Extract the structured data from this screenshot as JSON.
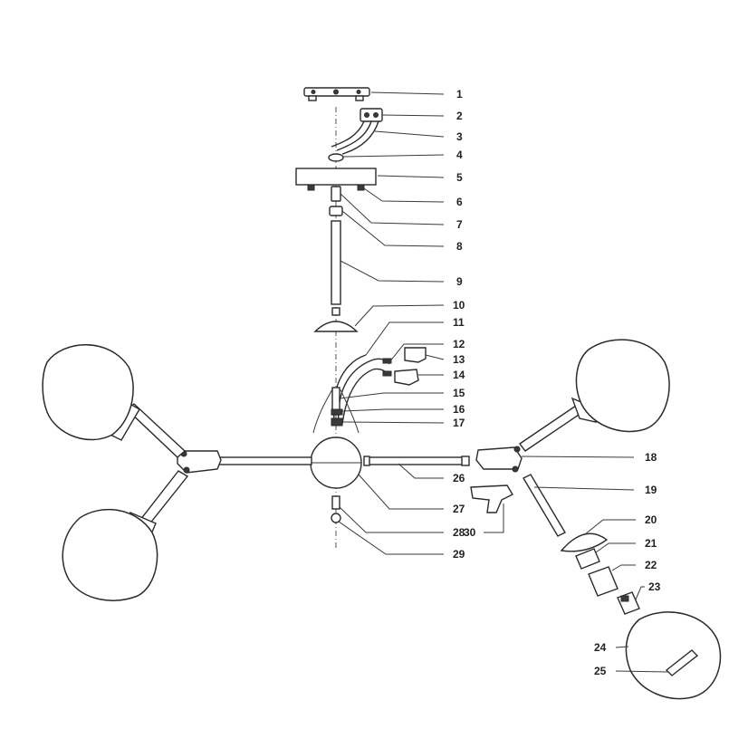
{
  "diagram": {
    "type": "exploded-parts-diagram",
    "labels": [
      {
        "id": "1",
        "text": "1"
      },
      {
        "id": "2",
        "text": "2"
      },
      {
        "id": "3",
        "text": "3"
      },
      {
        "id": "4",
        "text": "4"
      },
      {
        "id": "5",
        "text": "5"
      },
      {
        "id": "6",
        "text": "6"
      },
      {
        "id": "7",
        "text": "7"
      },
      {
        "id": "8",
        "text": "8"
      },
      {
        "id": "9",
        "text": "9"
      },
      {
        "id": "10",
        "text": "10"
      },
      {
        "id": "11",
        "text": "11"
      },
      {
        "id": "12",
        "text": "12"
      },
      {
        "id": "13",
        "text": "13"
      },
      {
        "id": "14",
        "text": "14"
      },
      {
        "id": "15",
        "text": "15"
      },
      {
        "id": "16",
        "text": "16"
      },
      {
        "id": "17",
        "text": "17"
      },
      {
        "id": "18",
        "text": "18"
      },
      {
        "id": "19",
        "text": "19"
      },
      {
        "id": "20",
        "text": "20"
      },
      {
        "id": "21",
        "text": "21"
      },
      {
        "id": "22",
        "text": "22"
      },
      {
        "id": "23",
        "text": "23"
      },
      {
        "id": "24",
        "text": "24"
      },
      {
        "id": "25",
        "text": "25"
      },
      {
        "id": "26",
        "text": "26"
      },
      {
        "id": "27",
        "text": "27"
      },
      {
        "id": "28",
        "text": "28"
      },
      {
        "id": "29",
        "text": "29"
      },
      {
        "id": "30",
        "text": "30"
      }
    ],
    "colors": {
      "line": "#2b2b2b",
      "background": "#ffffff"
    }
  }
}
